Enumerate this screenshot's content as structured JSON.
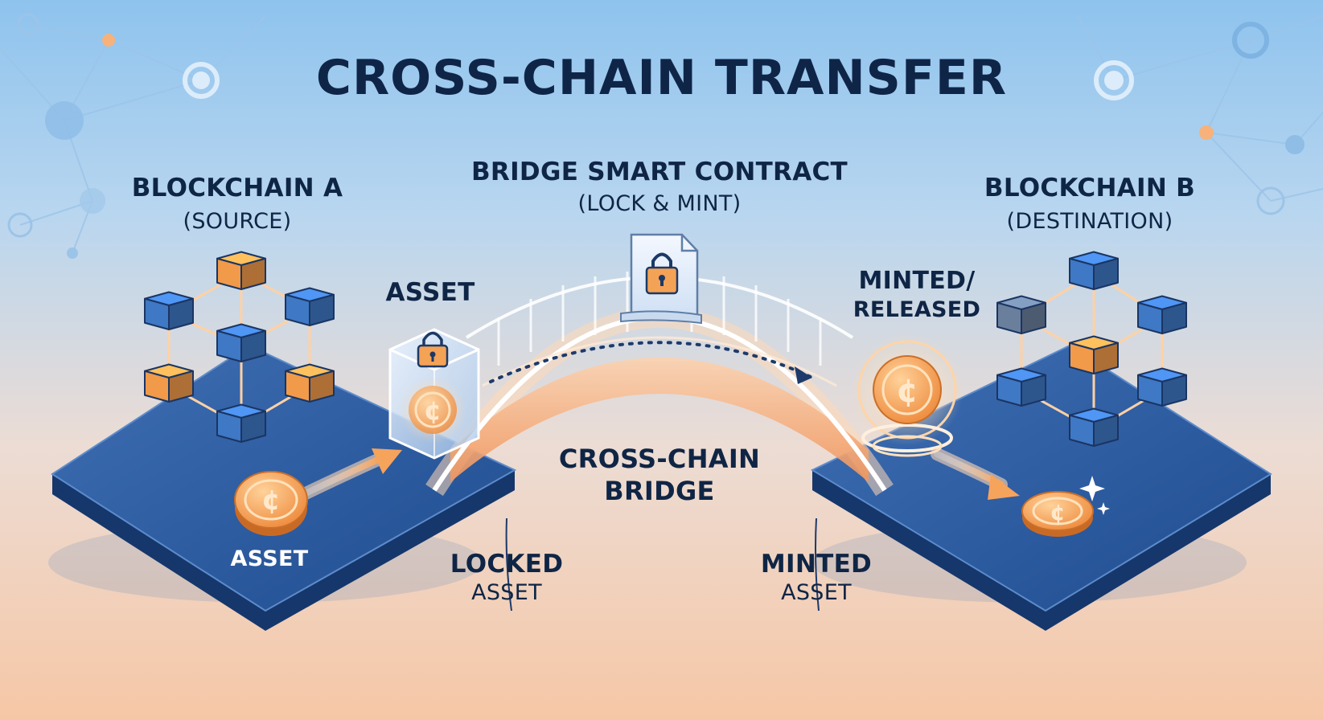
{
  "title": "CROSS-CHAIN TRANSFER",
  "blockchain_a": {
    "name": "BLOCKCHAIN A",
    "role": "(SOURCE)"
  },
  "bridge_contract": {
    "name": "BRIDGE SMART CONTRACT",
    "role": "(LOCK & MINT)"
  },
  "blockchain_b": {
    "name": "BLOCKCHAIN B",
    "role": "(DESTINATION)"
  },
  "labels": {
    "asset_top": "ASSET",
    "minted_released_line1": "MINTED/",
    "minted_released_line2": "RELEASED",
    "asset_coin": "ASSET",
    "bridge_line1": "CROSS-CHAIN",
    "bridge_line2": "BRIDGE",
    "locked_line1": "LOCKED",
    "locked_line2": "ASSET",
    "minted_line1": "MINTED",
    "minted_line2": "ASSET"
  },
  "icons": [
    "blockchain-cube-icon",
    "coin-icon",
    "lock-icon",
    "document-icon",
    "arrow-icon",
    "sparkle-icon",
    "network-node-icon"
  ],
  "colors": {
    "platform_blue": "#2c5a9e",
    "cube_blue": "#3f78c4",
    "cube_orange": "#f09a4a",
    "coin_orange": "#f4a256",
    "bridge_orange": "#f7b98a",
    "title_navy": "#0f2547"
  }
}
